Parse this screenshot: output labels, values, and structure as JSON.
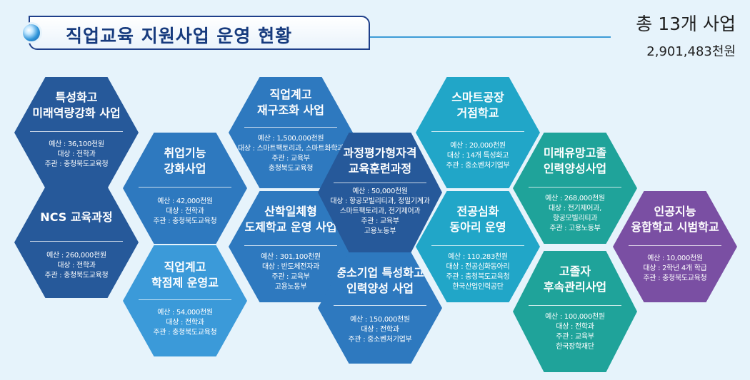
{
  "page_title": "직업교육 지원사업 운영 현황",
  "summary": {
    "total": "총 13개 사업",
    "budget": "2,901,483천원"
  },
  "programs": [
    {
      "name": [
        "특성화고",
        "미래역량강화 사업"
      ],
      "details": [
        "예산 : 36,100천원",
        "대상 : 전학과",
        "주관 : 충청북도교육청"
      ]
    },
    {
      "name": [
        "NCS 교육과정"
      ],
      "details": [
        "예산 : 260,000천원",
        "대상 : 전학과",
        "주관 : 충청북도교육청"
      ]
    },
    {
      "name": [
        "취업기능",
        "강화사업"
      ],
      "details": [
        "예산 : 42,000천원",
        "대상 : 전학과",
        "주관 : 충청북도교육청"
      ]
    },
    {
      "name": [
        "직업계고",
        "학점제 운영교"
      ],
      "details": [
        "예산 : 54,000천원",
        "대상 : 전학과",
        "주관 : 충청북도교육청"
      ]
    },
    {
      "name": [
        "직업계고",
        "재구조화 사업"
      ],
      "details": [
        "예산 : 1,500,000천원",
        "대상 : 스마트팩토리과, 스마트화학과",
        "주관 : 교육부",
        "충청북도교육청"
      ]
    },
    {
      "name": [
        "산학일체형",
        "도제학교 운영 사업"
      ],
      "details": [
        "예산 : 301,100천원",
        "대상 : 반도체전자과",
        "주관 : 교육부",
        "고용노동부"
      ]
    },
    {
      "name": [
        "과정평가형자격",
        "교육훈련과정"
      ],
      "details": [
        "예산 : 50,000천원",
        "대상 : 항공모빌리티과, 정밀기계과",
        "스마트팩토리과, 전기제어과",
        "주관 : 교육부",
        "고용노동부"
      ]
    },
    {
      "name": [
        "중소기업 특성화고",
        "인력양성 사업"
      ],
      "details": [
        "예산 : 150,000천원",
        "대상 : 전학과",
        "주관 : 중소벤처기업부"
      ]
    },
    {
      "name": [
        "스마트공장",
        "거점학교"
      ],
      "details": [
        "예산 : 20,000천원",
        "대상 : 14개 특성화고",
        "주관 : 중소벤처기업부"
      ]
    },
    {
      "name": [
        "전공심화",
        "동아리 운영"
      ],
      "details": [
        "예산 : 110,283천원",
        "대상 : 전공심화동아리",
        "주관 : 충청북도교육청",
        "한국산업인력공단"
      ]
    },
    {
      "name": [
        "미래유망고졸",
        "인력양성사업"
      ],
      "details": [
        "예산 : 268,000천원",
        "대상 : 전기제어과,",
        "항공모빌리티과",
        "주관 : 고용노동부"
      ]
    },
    {
      "name": [
        "고졸자",
        "후속관리사업"
      ],
      "details": [
        "예산 : 100,000천원",
        "대상 : 전학과",
        "주관 : 교육부",
        "한국장학재단"
      ]
    },
    {
      "name": [
        "인공지능",
        "융합학교 시범학교"
      ],
      "details": [
        "예산 : 10,000천원",
        "대상 : 2학년 4개 학급",
        "주관 : 충청북도교육청"
      ]
    }
  ]
}
